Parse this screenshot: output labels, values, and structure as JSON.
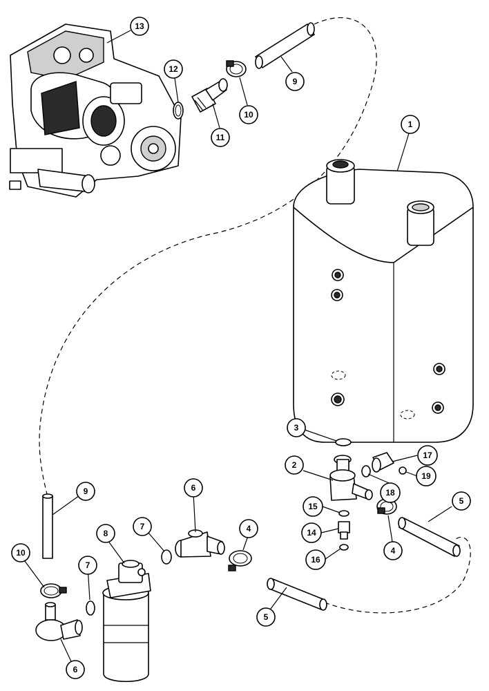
{
  "callouts": [
    {
      "id": "c13",
      "label": "13"
    },
    {
      "id": "c12",
      "label": "12"
    },
    {
      "id": "c11",
      "label": "11"
    },
    {
      "id": "c10a",
      "label": "10"
    },
    {
      "id": "c9a",
      "label": "9"
    },
    {
      "id": "c1",
      "label": "1"
    },
    {
      "id": "c3",
      "label": "3"
    },
    {
      "id": "c2",
      "label": "2"
    },
    {
      "id": "c17",
      "label": "17"
    },
    {
      "id": "c18",
      "label": "18"
    },
    {
      "id": "c19",
      "label": "19"
    },
    {
      "id": "c15",
      "label": "15"
    },
    {
      "id": "c14",
      "label": "14"
    },
    {
      "id": "c16",
      "label": "16"
    },
    {
      "id": "c5a",
      "label": "5"
    },
    {
      "id": "c4a",
      "label": "4"
    },
    {
      "id": "c6a",
      "label": "6"
    },
    {
      "id": "c7a",
      "label": "7"
    },
    {
      "id": "c8",
      "label": "8"
    },
    {
      "id": "c9b",
      "label": "9"
    },
    {
      "id": "c10b",
      "label": "10"
    },
    {
      "id": "c7b",
      "label": "7"
    },
    {
      "id": "c4b",
      "label": "4"
    },
    {
      "id": "c5b",
      "label": "5"
    },
    {
      "id": "c6b",
      "label": "6"
    }
  ]
}
